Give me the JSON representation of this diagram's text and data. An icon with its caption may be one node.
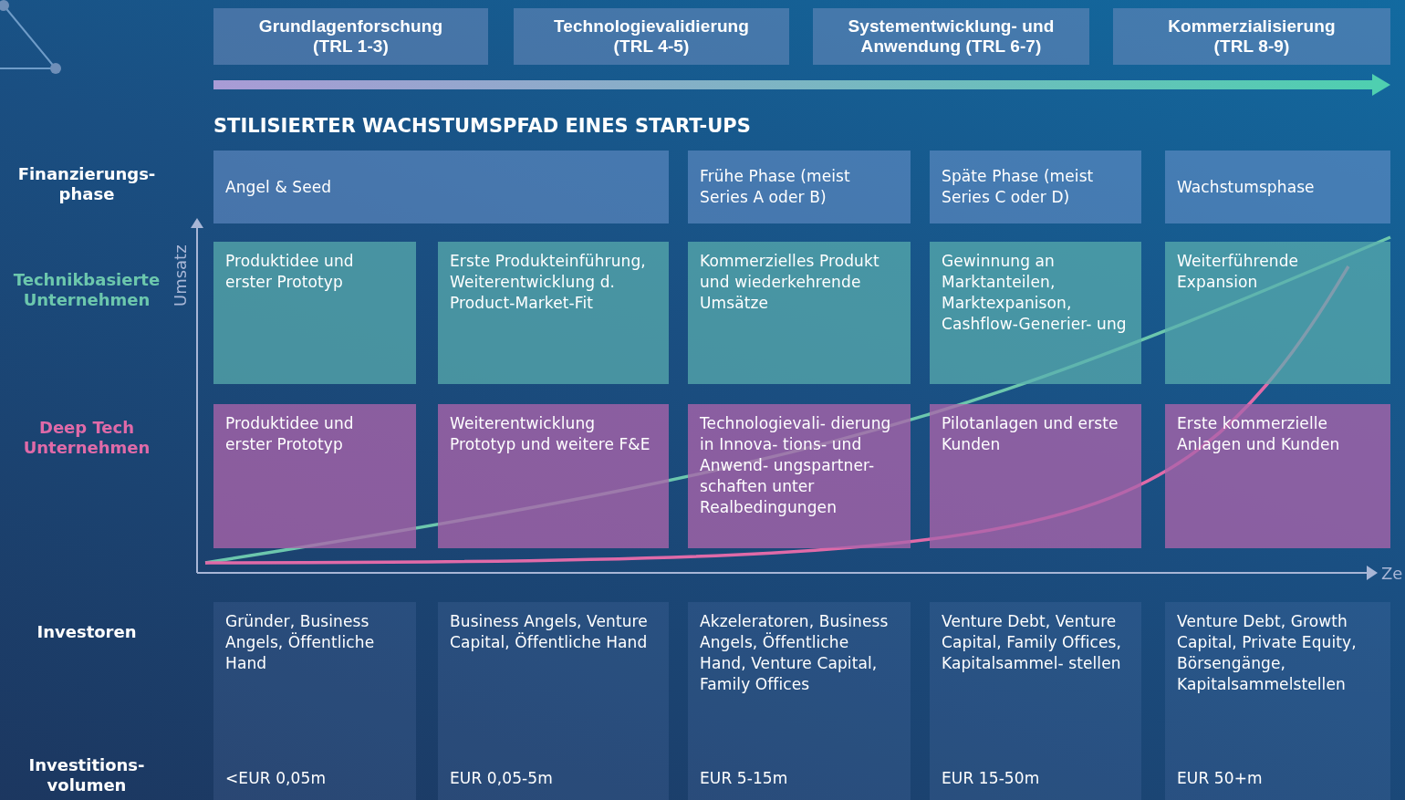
{
  "diagram": {
    "title": "STILISIERTER WACHSTUMSPFAD EINES START-UPS",
    "nodes": [
      {
        "text": [
          "Grundlagenforschung (TRL 1-3)"
        ]
      },
      {
        "text": [
          "Technologievalidierung (TRL 4-5)"
        ]
      },
      {
        "text": [
          "Systementwicklung- und Anwendung (TRL 6-7)"
        ]
      },
      {
        "text": [
          "Kommerzialisierung (TRL 8-9)"
        ]
      },
      {
        "text": [
          "Angel & Seed"
        ]
      },
      {
        "text": [
          "Frühe Phase (meist Series A oder B)"
        ]
      },
      {
        "text": [
          "Späte Phase (meist Series C oder D)"
        ]
      },
      {
        "text": [
          "Wachstumsphase"
        ]
      },
      {
        "text": [
          "Produktidee und erster Prototyp"
        ]
      },
      {
        "text": [
          "Erste Produkteinführung, Weiterentwicklung d. Product-Market-Fit"
        ]
      },
      {
        "text": [
          "Kommerzielles Produkt und wiederkehrende Umsätze"
        ]
      },
      {
        "text": [
          "Gewinnung an Marktanteilen, Marktexpanison, Cashflow-Generier- ung"
        ]
      },
      {
        "text": [
          "Weiterführende Expansion"
        ]
      },
      {
        "text": [
          "Produktidee und erster Prototyp"
        ]
      },
      {
        "text": [
          "Weiterentwicklung Prototyp und weitere F&E"
        ]
      },
      {
        "text": [
          "Technologievali- dierung in Innova- tions- und Anwend- ungspartner- schaften unter Realbedingungen"
        ]
      },
      {
        "text": [
          "Pilotanlagen und erste Kunden"
        ]
      },
      {
        "text": [
          "Erste kommerzielle Anlagen und Kunden"
        ]
      },
      {
        "text": [
          "Gründer, Business Angels, Öffentliche Hand",
          "<EUR 0,05m"
        ]
      },
      {
        "text": [
          "Business Angels, Venture Capital, Öffentliche Hand",
          "EUR 0,05-5m"
        ]
      },
      {
        "text": [
          "Akzeleratoren, Business Angels, Öffentliche Hand, Venture Capital, Family Offices",
          "EUR 5-15m"
        ]
      },
      {
        "text": [
          "Venture Debt, Venture Capital, Family Offices, Kapitalsammel- stellen",
          "EUR 15-50m"
        ]
      },
      {
        "text": [
          "Venture Debt, Growth Capital, Private Equity, Börsengänge, Kapitalsammelstellen",
          "EUR 50+m"
        ]
      }
    ],
    "labels": [
      "Finanzierungs- phase",
      "Umsatz",
      "Technikbasierte Unternehmen",
      "Deep Tech Unternehmen",
      "Ze",
      "Investoren",
      "Investitions- volumen"
    ]
  }
}
